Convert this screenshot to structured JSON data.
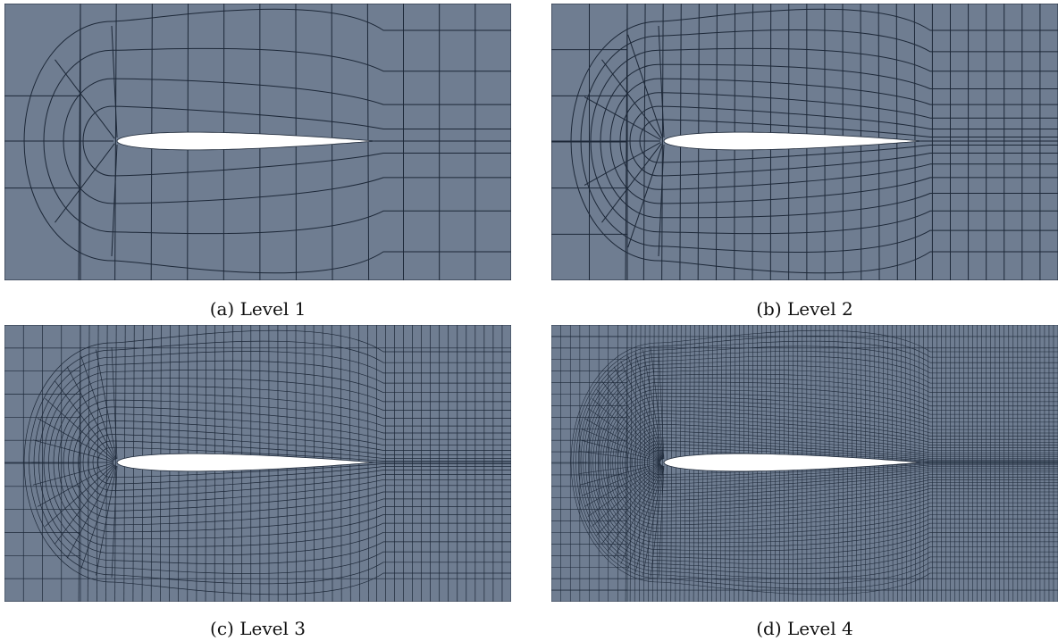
{
  "colors": {
    "mesh_fill": "#6f7d91",
    "mesh_line": "#1d2838",
    "airfoil": "#ffffff"
  },
  "panels": [
    {
      "id": "a",
      "caption": "(a) Level 1",
      "level": 1
    },
    {
      "id": "b",
      "caption": "(b) Level 2",
      "level": 2
    },
    {
      "id": "c",
      "caption": "(c) Level 3",
      "level": 3
    },
    {
      "id": "d",
      "caption": "(d) Level 4",
      "level": 4
    }
  ]
}
